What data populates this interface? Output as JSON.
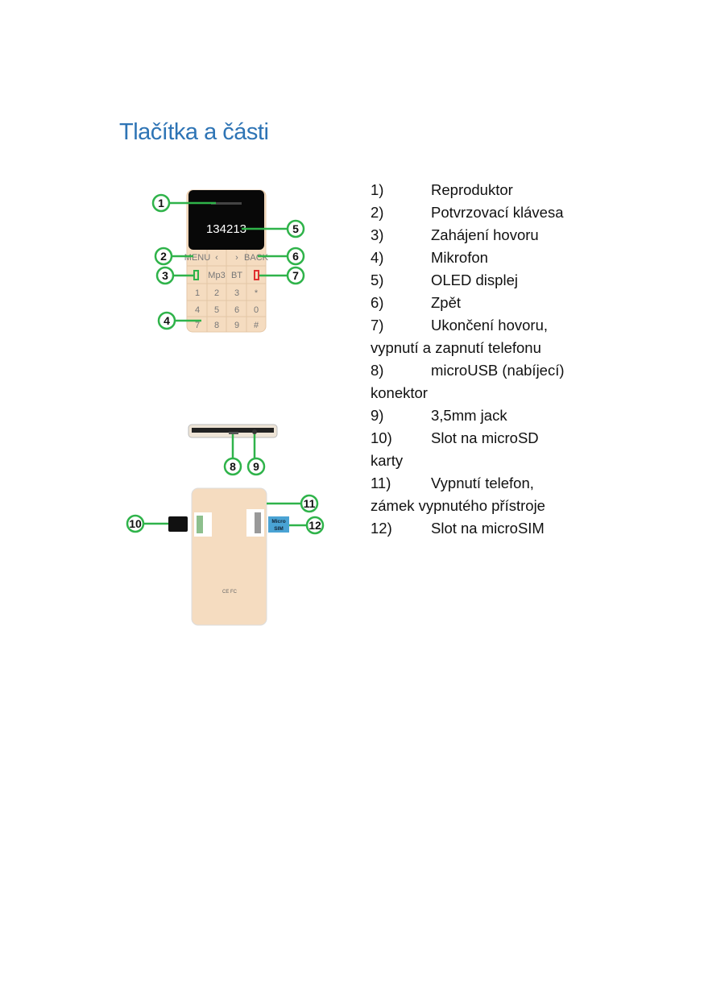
{
  "heading": "Tlačítka a části",
  "figure": {
    "screen_number": "134213",
    "keys": [
      "MENU",
      "‹",
      "›",
      "BACK",
      "Mp3",
      "BT",
      "1",
      "2",
      "3",
      "*",
      "4",
      "5",
      "6",
      "0",
      "7",
      "8",
      "9",
      "#"
    ],
    "back_marks": "CE  FC",
    "sim_label": [
      "Micro",
      "SIM"
    ],
    "callouts": [
      "1",
      "2",
      "3",
      "4",
      "5",
      "6",
      "7",
      "8",
      "9",
      "10",
      "11",
      "12"
    ]
  },
  "items": [
    {
      "num": "1)",
      "text": "Reproduktor"
    },
    {
      "num": "2)",
      "text": "Potvrzovací klávesa"
    },
    {
      "num": "3)",
      "text": "Zahájení hovoru"
    },
    {
      "num": "4)",
      "text": "Mikrofon"
    },
    {
      "num": "5)",
      "text": "OLED displej"
    },
    {
      "num": "6)",
      "text": "Zpět"
    },
    {
      "num": "7)",
      "text": "Ukončení hovoru,",
      "cont": "vypnutí a zapnutí telefonu"
    },
    {
      "num": "8)",
      "text": "microUSB (nabíjecí)",
      "cont": "konektor"
    },
    {
      "num": "9)",
      "text": "3,5mm jack"
    },
    {
      "num": "10)",
      "text": "Slot na microSD",
      "cont": "karty"
    },
    {
      "num": "11)",
      "text": "Vypnutí telefon,",
      "cont": "zámek vypnutého přístroje"
    },
    {
      "num": "12)",
      "text": "Slot na microSIM"
    }
  ]
}
